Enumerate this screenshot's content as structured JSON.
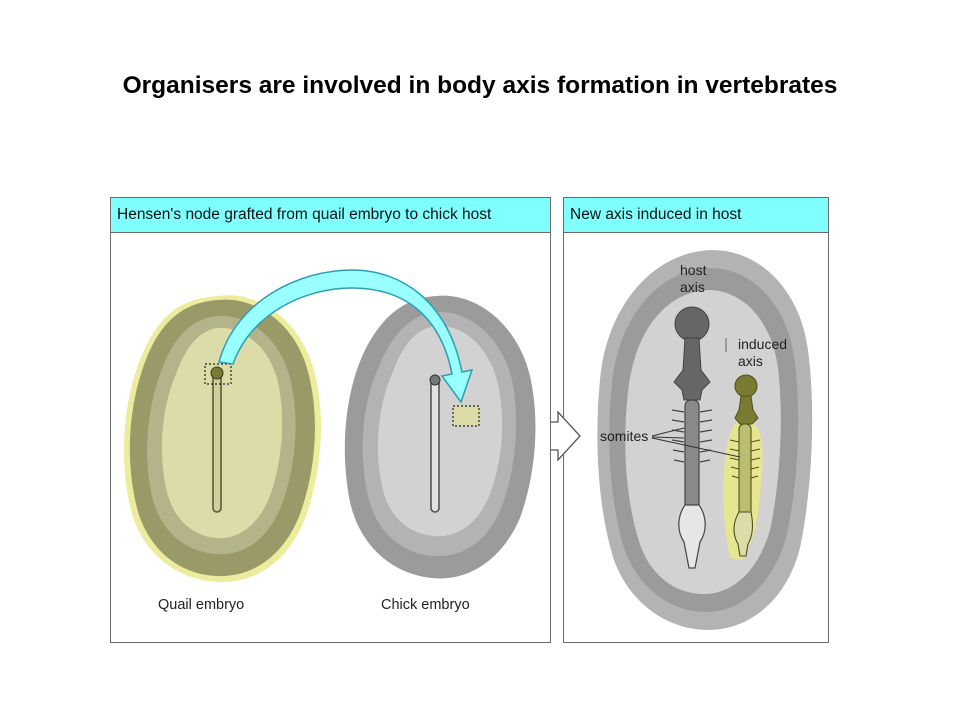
{
  "title": "Organisers are involved in body axis formation in vertebrates",
  "colors": {
    "header_fill": "#80ffff",
    "arrow_fill": "#99ffff",
    "arrow_stroke": "#2d9fb5",
    "quail_outer": "#b4b48a",
    "quail_mid": "#9a9a68",
    "quail_inner": "#dcdca8",
    "quail_glow": "#ecec9c",
    "chick_outer": "#b3b3b3",
    "chick_mid": "#9b9b9b",
    "chick_inner": "#d2d2d2",
    "host_axis": "#666666",
    "induced_axis": "#7a7a32",
    "induced_glow": "#e6e690"
  },
  "left_panel": {
    "header": "Hensen's node grafted from quail embryo to chick host",
    "quail_label": "Quail embryo",
    "chick_label": "Chick embryo"
  },
  "right_panel": {
    "header": "New axis induced in host",
    "host_axis_label": [
      "host",
      "axis"
    ],
    "induced_axis_label": [
      "induced",
      "axis"
    ],
    "somites_label": "somites"
  }
}
